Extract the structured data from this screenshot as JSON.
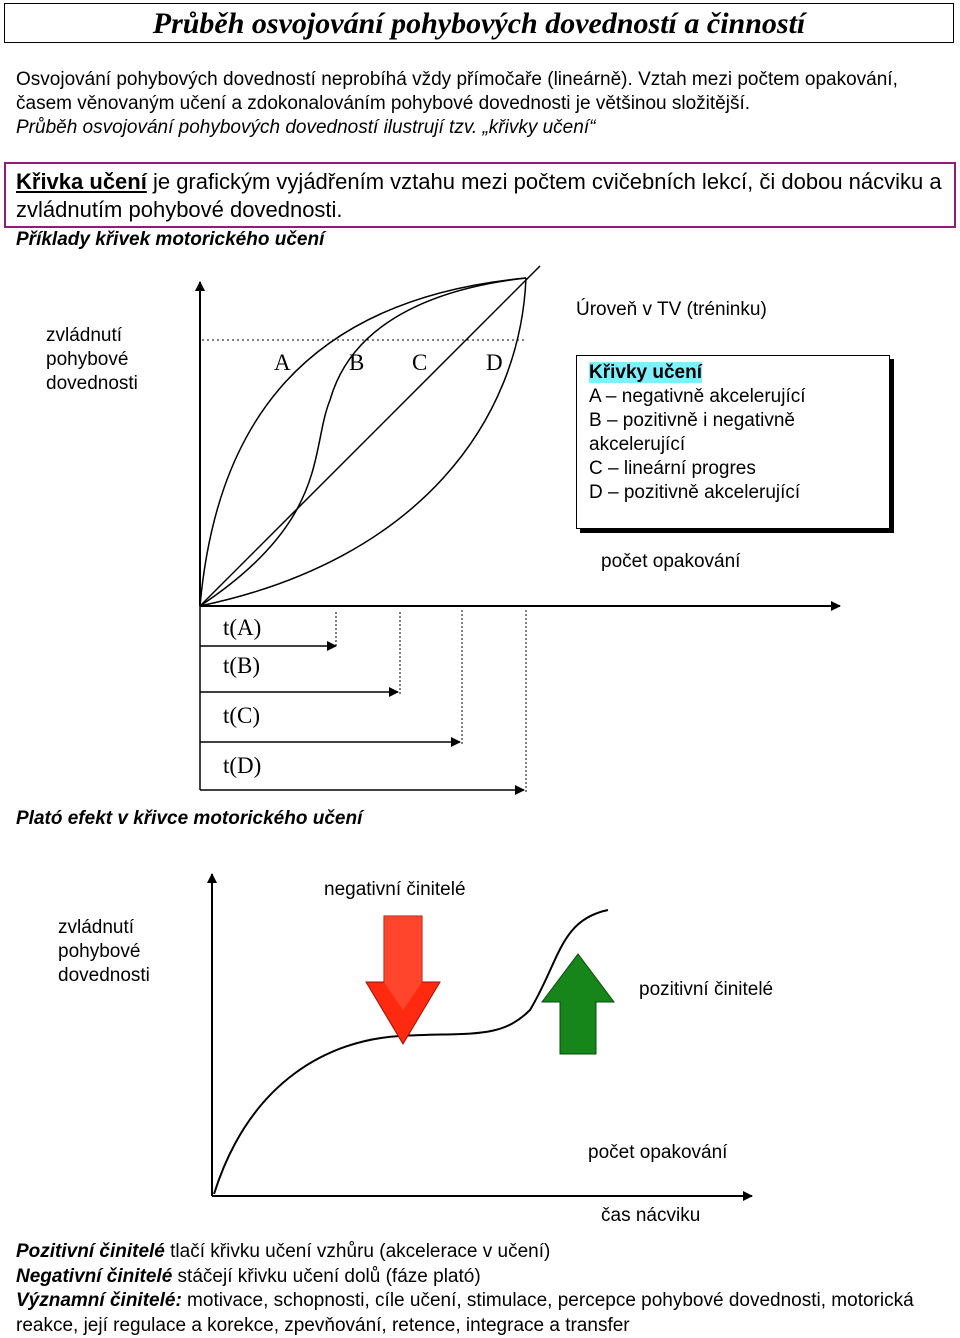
{
  "title": "Průběh osvojování pohybových dovedností a činností",
  "intro": {
    "line1": "Osvojování pohybových dovedností neprobíhá vždy přímočaře (lineárně). Vztah mezi počtem opakování, časem věnovaným učení a zdokonalováním pohybové dovednosti je většinou složitější.",
    "line2": "Průběh osvojování pohybových dovedností ilustrují tzv. „křivky učení“"
  },
  "definition": {
    "term": "Křivka učení",
    "rest": " je grafickým vyjádřením vztahu mezi počtem cvičebních lekcí, či dobou nácviku a zvládnutím pohybové dovednosti."
  },
  "chart1": {
    "heading": "Příklady křivek motorického učení",
    "y_label": "zvládnutí pohybové dovednosti",
    "x_label": "počet opakování",
    "level_label": "Úroveň v TV (tréninku)",
    "curve_labels": [
      "A",
      "B",
      "C",
      "D"
    ],
    "time_labels": [
      "t(A)",
      "t(B)",
      "t(C)",
      "t(D)"
    ],
    "legend": {
      "title": "Křivky učení",
      "items": [
        "A – negativně akcelerující",
        "B – pozitivně i negativně akcelerující",
        "C – lineární progres",
        "D – pozitivně akcelerující"
      ]
    }
  },
  "chart2": {
    "heading": "Plató efekt v křivce motorického učení",
    "y_label": "zvládnutí pohybové dovednosti",
    "neg_label": "negativní činitelé",
    "pos_label": "pozitivní činitelé",
    "x_label": "počet opakování",
    "x_label2": "čas nácviku",
    "colors": {
      "neg_arrow": "#ff2a10",
      "pos_arrow": "#16861a"
    }
  },
  "bottom": {
    "pos_term": "Pozitivní činitelé",
    "pos_rest": " tlačí křivku učení vzhůru (akcelerace v učení)",
    "neg_term": "Negativní činitelé",
    "neg_rest": " stáčejí křivku učení dolů (fáze plató)",
    "sig_term": "Významní činitelé:",
    "sig_rest": " motivace, schopnosti, cíle učení, stimulace, percepce pohybové dovednosti, motorická reakce, její regulace a korekce, zpevňování, retence, integrace a transfer"
  }
}
